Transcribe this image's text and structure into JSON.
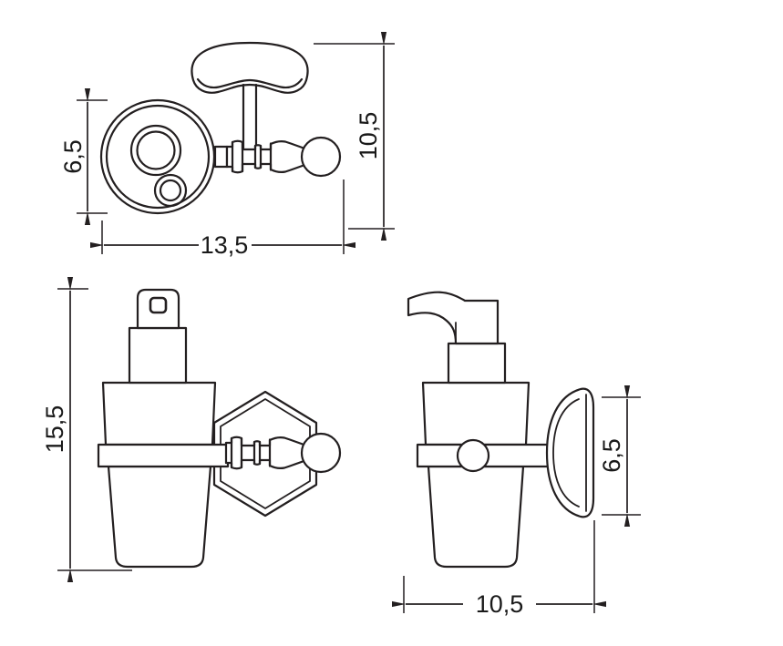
{
  "colors": {
    "line": "#231f20",
    "label": "#1a1a1a",
    "background": "#ffffff"
  },
  "dimensions": {
    "plan_height": "6,5",
    "plan_width": "13,5",
    "plan_depth": "10,5",
    "front_height": "15,5",
    "side_height": "6,5",
    "side_width": "10,5"
  }
}
